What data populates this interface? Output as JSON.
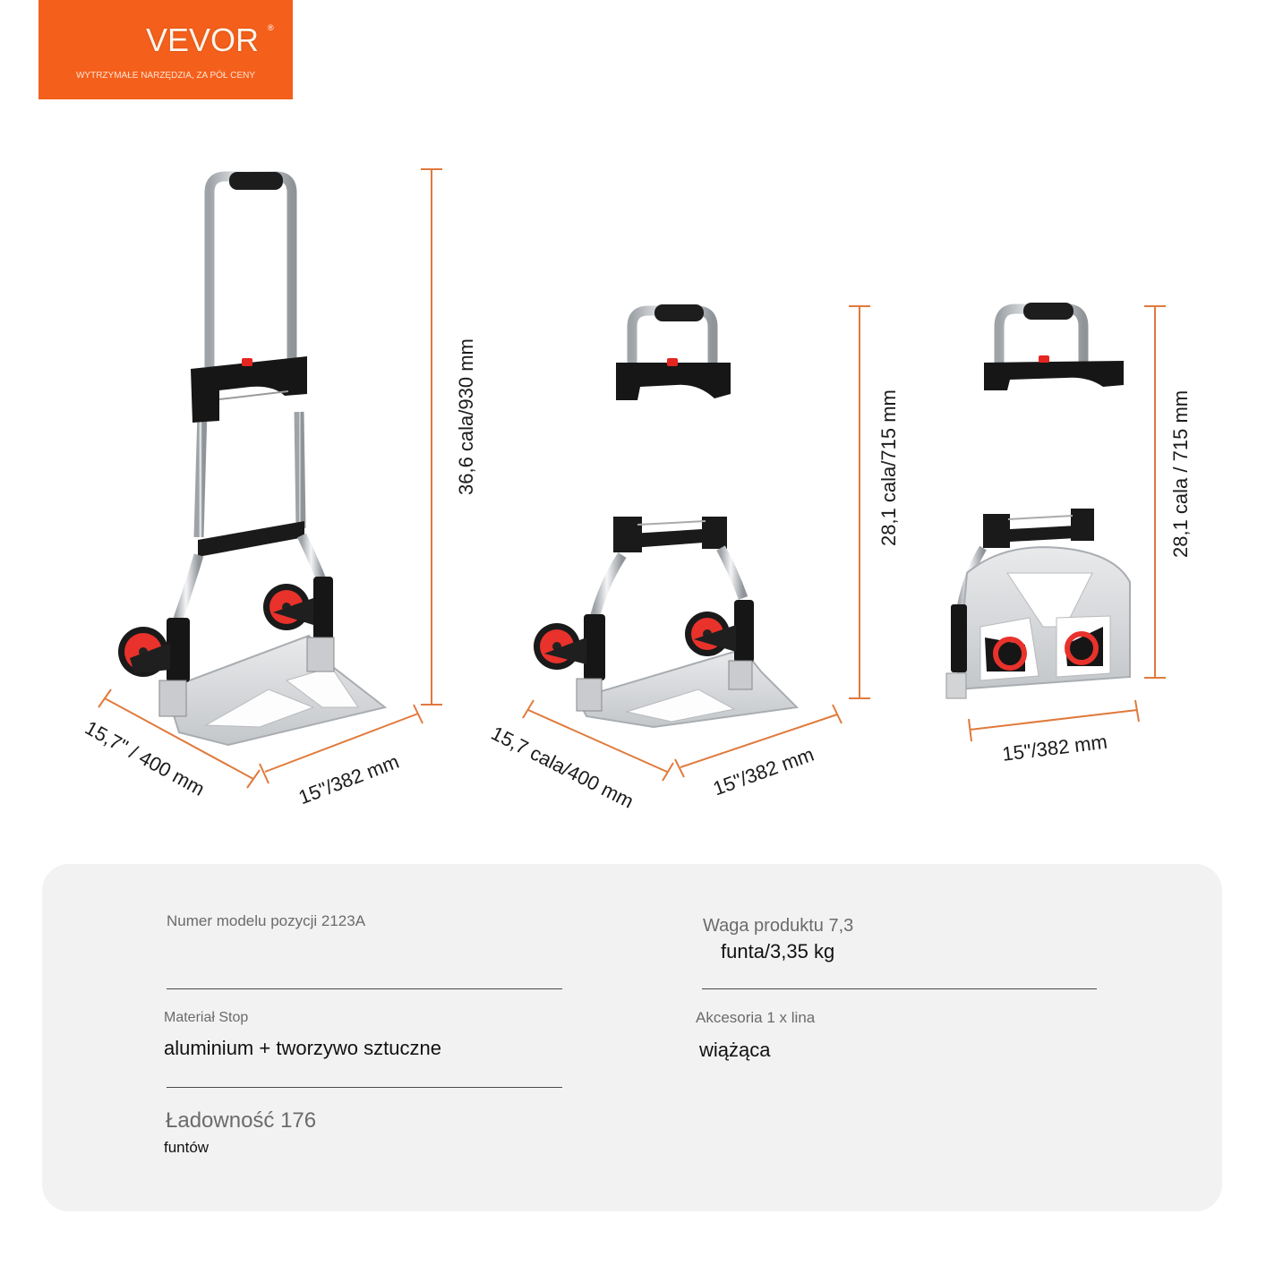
{
  "brand": {
    "name": "VEVOR",
    "registered_mark": "®",
    "tagline": "WYTRZYMAŁE NARZĘDZIA, ZA PÓŁ CENY",
    "color": "#f4601c"
  },
  "dimension_color": "#e07a3c",
  "views": [
    {
      "name": "extended",
      "height_label": "36,6 cala/930 mm",
      "depth_label": "15,7\" / 400 mm",
      "width_label": "15\"/382 mm"
    },
    {
      "name": "retracted",
      "height_label": "28,1 cala/715 mm",
      "depth_label": "15,7 cala/400 mm",
      "width_label": "15\"/382 mm"
    },
    {
      "name": "folded",
      "height_label": "28,1 cala / 715 mm",
      "width_label": "15\"/382 mm"
    }
  ],
  "specs": {
    "model": {
      "label": "Numer modelu pozycji 2123A",
      "value": ""
    },
    "weight": {
      "label": "Waga produktu 7,3",
      "value": "funta/3,35 kg"
    },
    "material": {
      "label": "Materiał Stop",
      "value": "aluminium + tworzywo sztuczne"
    },
    "accessories": {
      "label": "Akcesoria 1 x lina",
      "value": "wiążąca"
    },
    "capacity": {
      "label": "Ładowność 176",
      "value": "funtów"
    }
  }
}
